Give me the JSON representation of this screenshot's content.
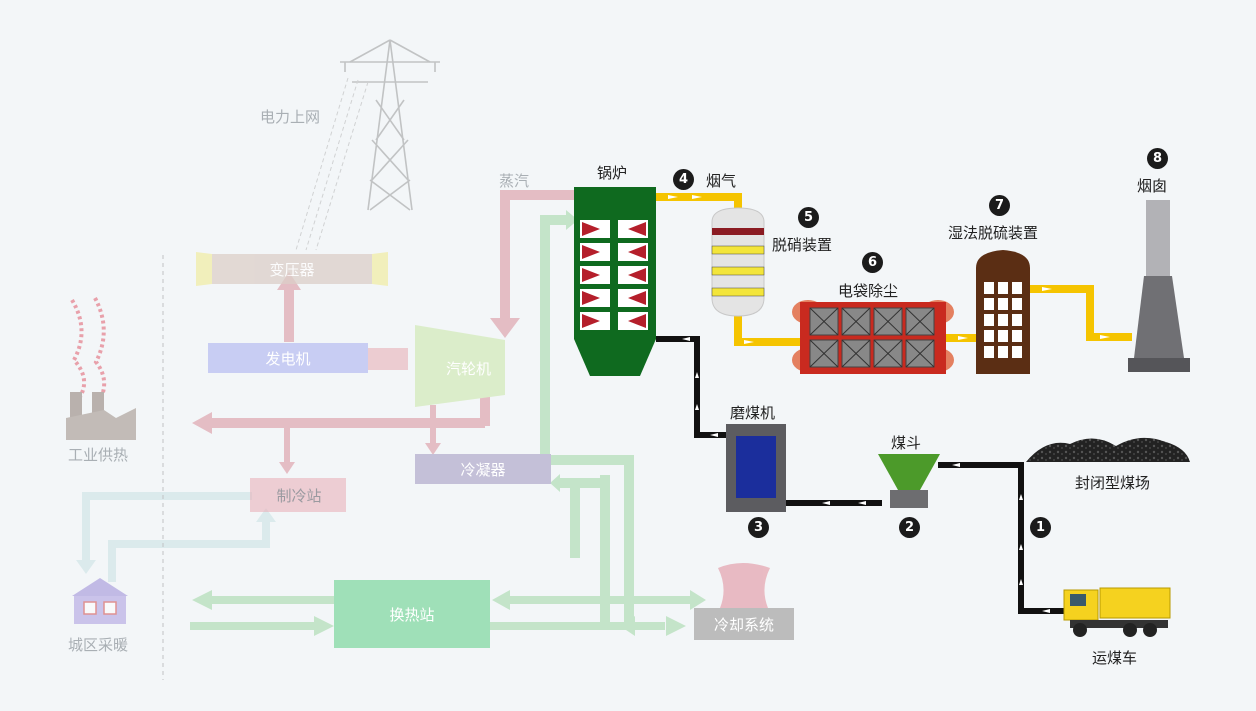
{
  "labels": {
    "grid": "电力上网",
    "steam": "蒸汽",
    "transformer": "变压器",
    "generator": "发电机",
    "turbine": "汽轮机",
    "industrial_heat": "工业供热",
    "chiller": "制冷站",
    "condenser": "冷凝器",
    "heat_exchange": "换热站",
    "cooling": "冷却系统",
    "district_heating": "城区采暖",
    "boiler": "锅炉",
    "flue_gas": "烟气",
    "denitration": "脱硝装置",
    "bag_filter": "电袋除尘",
    "desulfurization": "湿法脱硫装置",
    "chimney": "烟囱",
    "coal_mill": "磨煤机",
    "hopper": "煤斗",
    "coal_yard": "封闭型煤场",
    "coal_truck": "运煤车"
  },
  "steps": {
    "s1": "1",
    "s2": "2",
    "s3": "3",
    "s4": "4",
    "s5": "5",
    "s6": "6",
    "s7": "7",
    "s8": "8"
  },
  "colors": {
    "background": "#f3f6f8",
    "steam_pipe": "#e8b4bb",
    "water_pipe": "#b5dfb8",
    "flue_pipe": "#f5c400",
    "coal_line": "#111111",
    "boiler": "#0f6a1f",
    "generator": "#c8cdf3",
    "transformer": "#dccfc8",
    "turbine": "#d7ecb9",
    "condenser": "#c4c0d8",
    "heat_exchange": "#9fe0b8",
    "cooling": "#bcbcbc",
    "desulfurization": "#5b2e14",
    "chimney": "#b2b2b6",
    "truck": "#f5d21f"
  }
}
